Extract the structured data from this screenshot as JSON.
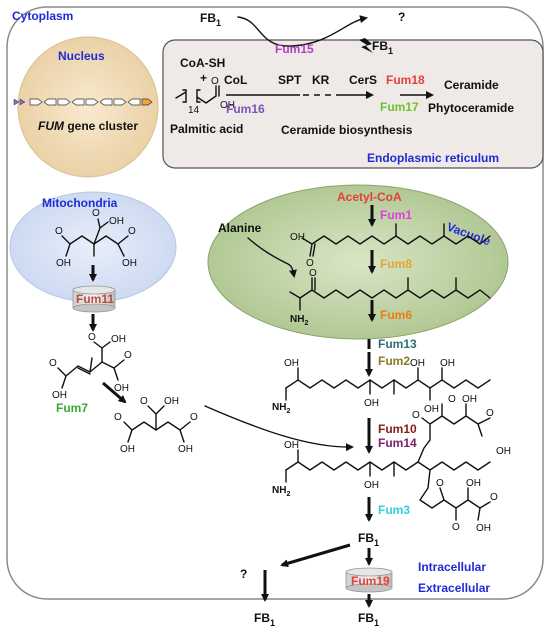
{
  "compartments": {
    "cytoplasm": "Cytoplasm",
    "nucleus": "Nucleus",
    "er": "Endoplasmic reticulum",
    "mitochondria": "Mitochondria",
    "vacuole": "Vacuole",
    "intracellular": "Intracellular",
    "extracellular": "Extracellular"
  },
  "nucleus": {
    "gene_cluster_italic": "FUM",
    "gene_cluster_rest": " gene cluster"
  },
  "er": {
    "coa_sh": "CoA-SH",
    "plus": "+",
    "palmitic_acid": "Palmitic acid",
    "subscript_14": "14",
    "oh": "OH",
    "col": "CoL",
    "spt": "SPT",
    "kr": "KR",
    "cers": "CerS",
    "fum16": "Fum16",
    "fum18": "Fum18",
    "fum17": "Fum17",
    "ceramide": "Ceramide",
    "phytoceramide": "Phytoceramide",
    "ceramide_biosynthesis": "Ceramide biosynthesis"
  },
  "top": {
    "fb1": "FB",
    "sub1": "1",
    "fum15": "Fum15",
    "question": "?"
  },
  "vacuole": {
    "acetyl_coa": "Acetyl-CoA",
    "alanine": "Alanine",
    "fum1": "Fum1",
    "fum8": "Fum8",
    "fum6": "Fum6",
    "nh2": "NH",
    "nh2_sub": "2",
    "o": "O"
  },
  "pathway": {
    "fum11": "Fum11",
    "fum7": "Fum7",
    "fum13": "Fum13",
    "fum2": "Fum2",
    "fum10": "Fum10",
    "fum14": "Fum14",
    "fum3": "Fum3",
    "fum19": "Fum19",
    "fb1": "FB",
    "sub1": "1",
    "question": "?",
    "oh": "OH",
    "o": "O",
    "nh2": "NH",
    "nh2_sub": "2"
  },
  "colors": {
    "title": "#1f2bd6",
    "fum15": "#b03fc6",
    "fum16": "#7a55b8",
    "fum18": "#e0413a",
    "fum17": "#6fc22d",
    "acetyl_coa": "#e0413a",
    "fum1": "#e33be3",
    "fum8": "#e6a52e",
    "fum6": "#f07a14",
    "fum11": "#b94b3f",
    "fum7": "#3aa831",
    "fum13": "#2e6f72",
    "fum2": "#8a7a1f",
    "fum10": "#8b1a1a",
    "fum14": "#7a1f6a",
    "fum3": "#2fd1e0",
    "fum19": "#e0413a"
  }
}
